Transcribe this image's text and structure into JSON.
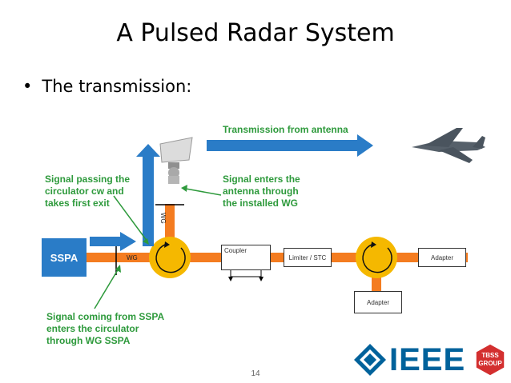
{
  "slide": {
    "title": "A Pulsed Radar System",
    "bullet": "The transmission:",
    "page_number": "14"
  },
  "diagram": {
    "transmission_label": "Transmission from antenna",
    "label_circulator": [
      "Signal passing the",
      "circulator cw and",
      "takes first exit"
    ],
    "label_antenna": [
      "Signal enters the",
      "antenna through",
      "the installed WG"
    ],
    "label_sspa": [
      "Signal coming from SSPA",
      "enters the circulator",
      "through WG SSPA"
    ],
    "sspa": "SSPA",
    "wg_horizontal": "WG",
    "wg_vertical": "WG",
    "coupler": "Coupler",
    "limiter": "Limiter / STC",
    "adapter_right": "Adapter",
    "adapter_bottom": "Adapter"
  },
  "logos": {
    "ieee": "IEEE",
    "tbss_line1": "TBSS",
    "tbss_line2": "GROUP"
  },
  "colors": {
    "waveguide": "#f47c20",
    "circulator": "#f5b800",
    "arrow_blue": "#2a7cc7",
    "annotation_green": "#2e9a3c",
    "ieee_blue": "#00629b",
    "tbss_red": "#d32f2f"
  }
}
